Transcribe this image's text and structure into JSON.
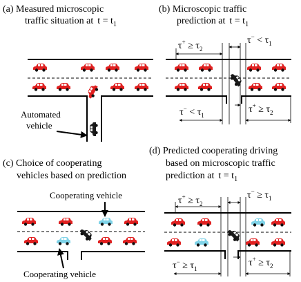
{
  "panels": {
    "a": {
      "line1": "(a)  Measured microscopic",
      "line2": "traffic situation at",
      "time": "t  =  t",
      "time_sub": "1",
      "vehicle_label_1": "Automated",
      "vehicle_label_2": "vehicle"
    },
    "b": {
      "line1": "(b)  Microscopic traffic",
      "line2": "prediction at",
      "time": "t  =  t",
      "time_sub": "1",
      "top_left": {
        "tau": "τ",
        "sign": "+",
        "rel": " ≥ τ",
        "sub": "2"
      },
      "top_right": {
        "tau": "τ",
        "sign": "−",
        "rel": " < τ",
        "sub": "1"
      },
      "bottom_left": {
        "tau": "τ",
        "sign": "−",
        "rel": " < τ",
        "sub": "1"
      },
      "bottom_right": {
        "tau": "τ",
        "sign": "+",
        "rel": " ≥ τ",
        "sub": "2"
      }
    },
    "c": {
      "line1": "(c)  Choice of cooperating",
      "line2": "vehicles based on prediction",
      "coop_top": "Cooperating vehicle",
      "coop_bottom": "Cooperating vehicle"
    },
    "d": {
      "line1": "(d)  Predicted cooperating driving",
      "line2": "based on microscopic traffic",
      "line3": "prediction at",
      "time": "t  =  t",
      "time_sub": "1",
      "top_left": {
        "tau": "τ",
        "sign": "+",
        "rel": " ≥ τ",
        "sub": "2"
      },
      "top_right": {
        "tau": "τ",
        "sign": "−",
        "rel": " ≥ τ",
        "sub": "1"
      },
      "bottom_left": {
        "tau": "τ",
        "sign": "−",
        "rel": " ≥ τ",
        "sub": "1"
      },
      "bottom_right": {
        "tau": "τ",
        "sign": "+",
        "rel": " ≥ τ",
        "sub": "2"
      }
    }
  },
  "colors": {
    "car_red": "#e02020",
    "car_cyan": "#7fd3e8",
    "automated_car": "#1a1a1a",
    "road_line": "#000000"
  }
}
